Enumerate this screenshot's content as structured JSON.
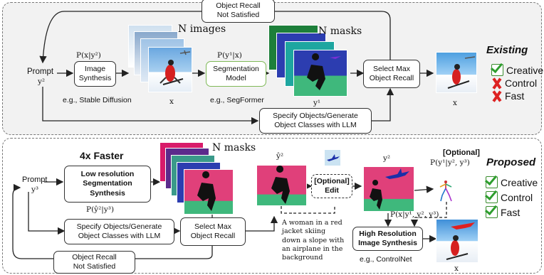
{
  "existing": {
    "title": "Existing",
    "recall_feedback": "Object Recall\nNot Satisfied",
    "prompt_label": "Prompt",
    "prompt_symbol": "y²",
    "prob_image": "P(x|y²)",
    "image_synthesis": "Image\nSynthesis",
    "image_example": "e.g., Stable Diffusion",
    "n_images": "N images",
    "x_label": "x",
    "prob_seg": "P(y¹|x)",
    "segmentation_model": "Segmentation\nModel",
    "seg_example": "e.g., SegFormer",
    "n_masks": "N masks",
    "y1_label": "y¹",
    "select_max": "Select Max\nObject Recall",
    "output_x": "x",
    "specify_llm": "Specify Objects/Generate\nObject Classes with LLM",
    "legend": [
      {
        "label": "Creative",
        "status": "check"
      },
      {
        "label": "Control",
        "status": "cross"
      },
      {
        "label": "Fast",
        "status": "cross"
      }
    ]
  },
  "proposed": {
    "title": "Proposed",
    "faster_label": "4x Faster",
    "prompt_label": "Prompt",
    "prompt_symbol": "y³",
    "lowres_synthesis": "Low resolution\nSegmentation\nSynthesis",
    "prob_lowres": "P(ŷ²|y³)",
    "n_masks": "N masks",
    "specify_llm": "Specify Objects/Generate\nObject Classes with LLM",
    "select_max": "Select Max\nObject Recall",
    "recall_feedback": "Object Recall\nNot Satisfied",
    "yhat2_label": "ŷ²",
    "optional_edit": "[Optional]\nEdit",
    "y2_label": "y²",
    "optional_header": "[Optional]",
    "prob_optional": "P(y¹|y², y³)",
    "caption": "A woman in a red\njacket skiing\ndown a slope with\nan airplane in the\nbackground",
    "prob_highres": "P(x|y¹, y², y³)",
    "highres_synthesis": "High Resolution\nImage Synthesis",
    "highres_example": "e.g., ControlNet",
    "output_x": "x",
    "legend": [
      {
        "label": "Creative",
        "status": "check"
      },
      {
        "label": "Control",
        "status": "check"
      },
      {
        "label": "Fast",
        "status": "check"
      }
    ]
  },
  "colors": {
    "mask_magenta": "#e0407a",
    "mask_green": "#3fb87c",
    "mask_blue": "#2c3db0",
    "sky": "#7fb6e4",
    "check_green": "#2e9e2e",
    "cross_red": "#dd2222"
  }
}
